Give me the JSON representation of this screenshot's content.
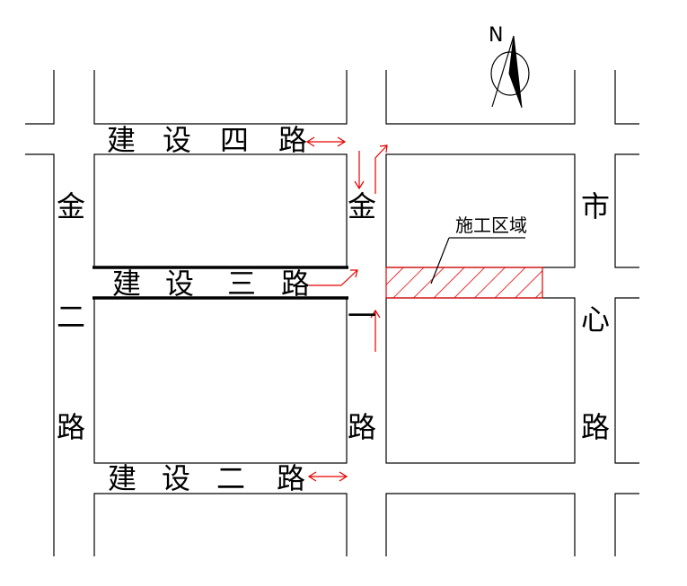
{
  "roads": {
    "jianshe_si": [
      "建",
      "设",
      "四",
      "路"
    ],
    "jianshe_san": [
      "建",
      "设",
      "三",
      "路"
    ],
    "jianshe_er": [
      "建",
      "设",
      "二",
      "路"
    ],
    "jiner": [
      "金",
      "二",
      "路"
    ],
    "jinyi": [
      "金",
      "一",
      "路"
    ],
    "shixin": [
      "市",
      "心",
      "路"
    ]
  },
  "construction_zone": {
    "label": "施工区域",
    "hatch_color": "#e60000"
  },
  "compass": {
    "label": "N"
  },
  "colors": {
    "lines": "#000000",
    "arrows": "#e60000"
  }
}
